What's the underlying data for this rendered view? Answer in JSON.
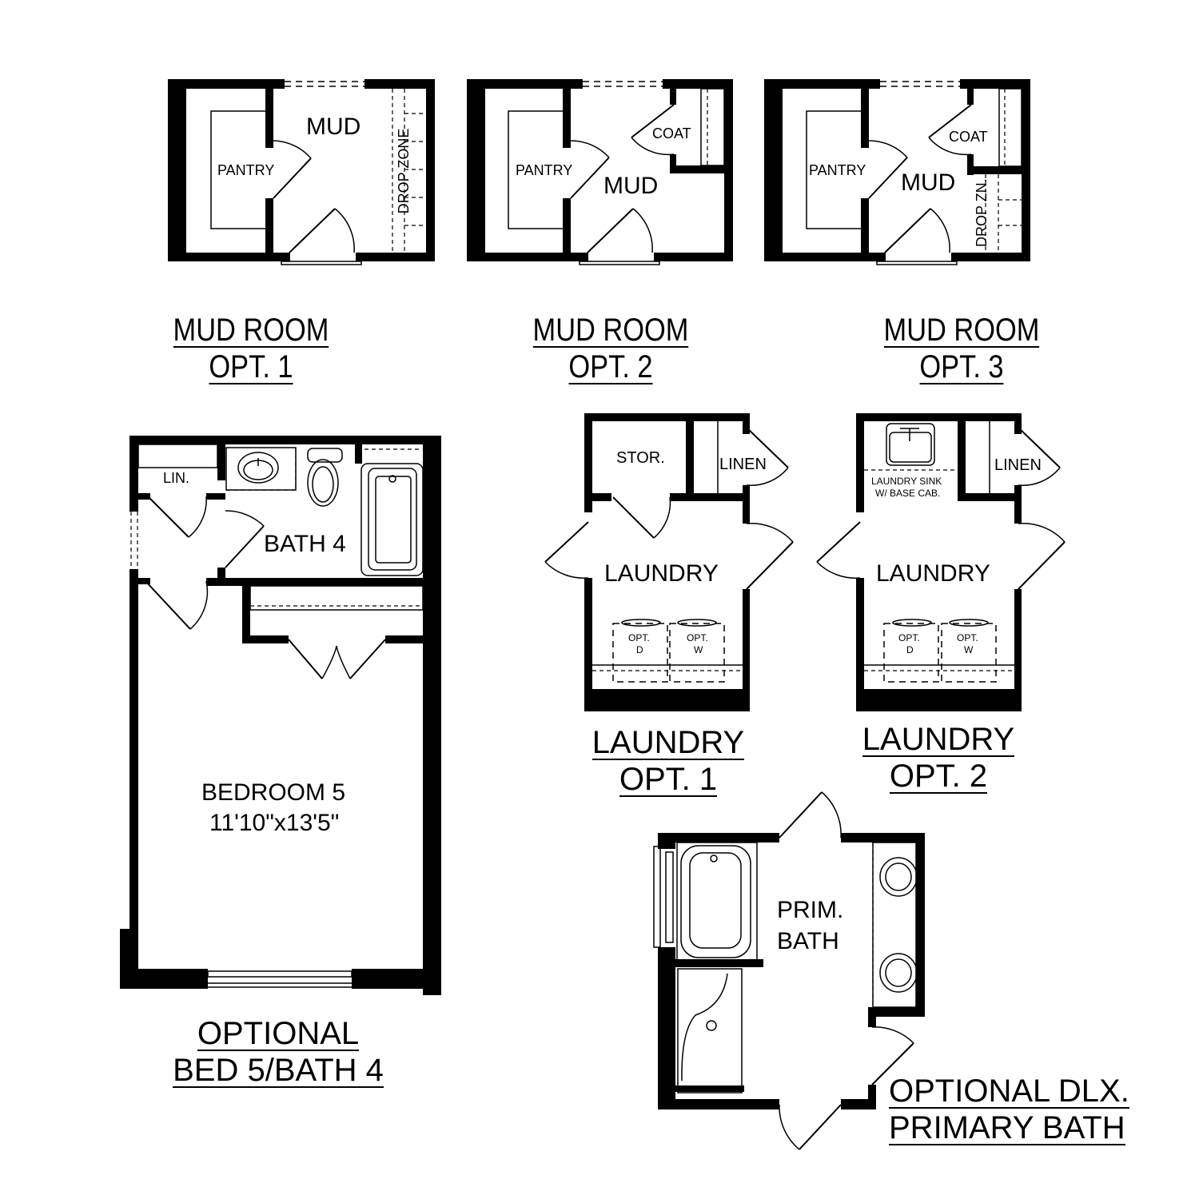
{
  "mud_room_options": [
    {
      "caption_line1": "MUD ROOM",
      "caption_line2": "OPT. 1",
      "rooms": {
        "main": "MUD",
        "pantry": "PANTRY",
        "drop_zone": "DROP ZONE"
      }
    },
    {
      "caption_line1": "MUD ROOM",
      "caption_line2": "OPT. 2",
      "rooms": {
        "main": "MUD",
        "pantry": "PANTRY",
        "coat": "COAT"
      }
    },
    {
      "caption_line1": "MUD ROOM",
      "caption_line2": "OPT. 3",
      "rooms": {
        "main": "MUD",
        "pantry": "PANTRY",
        "coat": "COAT",
        "drop_zone": "DROP ZN."
      }
    }
  ],
  "bed5_bath4": {
    "caption_line1": "OPTIONAL",
    "caption_line2": "BED 5/BATH 4",
    "rooms": {
      "linen": "LIN.",
      "bath": "BATH 4",
      "bedroom": "BEDROOM 5",
      "bedroom_size": "11'10\"x13'5\""
    }
  },
  "laundry_options": [
    {
      "caption_line1": "LAUNDRY",
      "caption_line2": "OPT. 1",
      "rooms": {
        "main": "LAUNDRY",
        "storage": "STOR.",
        "linen": "LINEN"
      },
      "appliances": {
        "dryer_line1": "OPT.",
        "dryer_line2": "D",
        "washer_line1": "OPT.",
        "washer_line2": "W"
      }
    },
    {
      "caption_line1": "LAUNDRY",
      "caption_line2": "OPT. 2",
      "rooms": {
        "main": "LAUNDRY",
        "linen": "LINEN",
        "sink_line1": "LAUNDRY SINK",
        "sink_line2": "W/ BASE CAB."
      },
      "appliances": {
        "dryer_line1": "OPT.",
        "dryer_line2": "D",
        "washer_line1": "OPT.",
        "washer_line2": "W"
      }
    }
  ],
  "primary_bath": {
    "caption_line1": "OPTIONAL DLX.",
    "caption_line2": "PRIMARY BATH",
    "rooms": {
      "line1": "PRIM.",
      "line2": "BATH"
    }
  },
  "colors": {
    "wall": "#000000",
    "background": "#ffffff"
  }
}
